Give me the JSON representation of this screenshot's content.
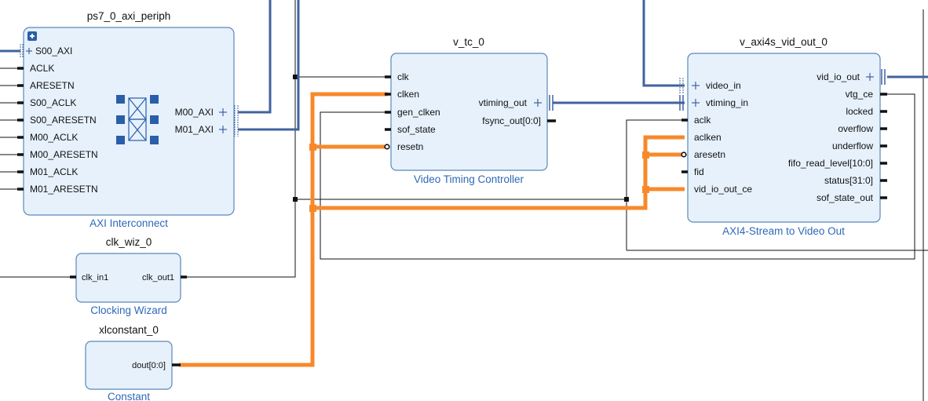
{
  "blocks": {
    "axi_interconnect": {
      "instance": "ps7_0_axi_periph",
      "ip": "AXI Interconnect",
      "expand_icon": "plus-square-icon",
      "ports_left": [
        "S00_AXI",
        "ACLK",
        "ARESETN",
        "S00_ACLK",
        "S00_ARESETN",
        "M00_ACLK",
        "M00_ARESETN",
        "M01_ACLK",
        "M01_ARESETN"
      ],
      "ports_right": [
        "M00_AXI",
        "M01_AXI"
      ]
    },
    "clk_wiz": {
      "instance": "clk_wiz_0",
      "ip": "Clocking Wizard",
      "port_in": "clk_in1",
      "port_out": "clk_out1"
    },
    "constant": {
      "instance": "xlconstant_0",
      "ip": "Constant",
      "port_out": "dout[0:0]"
    },
    "vtc": {
      "instance": "v_tc_0",
      "ip": "Video Timing Controller",
      "ports_left": [
        "clk",
        "clken",
        "gen_clken",
        "sof_state",
        "resetn"
      ],
      "ports_right": [
        "vtiming_out",
        "fsync_out[0:0]"
      ]
    },
    "vid_out": {
      "instance": "v_axi4s_vid_out_0",
      "ip": "AXI4-Stream to Video Out",
      "ports_left": [
        "video_in",
        "vtiming_in",
        "aclk",
        "aclken",
        "aresetn",
        "fid",
        "vid_io_out_ce"
      ],
      "ports_right": [
        "vid_io_out",
        "vtg_ce",
        "locked",
        "overflow",
        "underflow",
        "fifo_read_level[10:0]",
        "status[31:0]",
        "sof_state_out"
      ]
    }
  },
  "colors": {
    "block_fill": "#e6f1fc",
    "block_stroke": "#5b88b7",
    "bus": "#41629f",
    "highlight_net": "#f7892b",
    "wire": "#111111",
    "ip_label": "#2d69b8"
  }
}
